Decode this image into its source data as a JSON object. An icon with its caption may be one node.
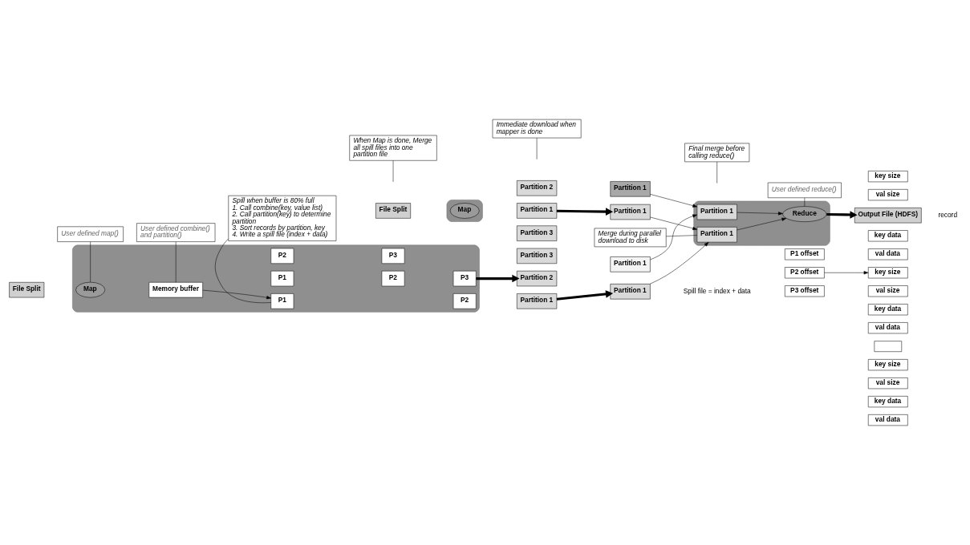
{
  "diagram": {
    "nodes": [
      {
        "text": [],
        "shape": "box"
      },
      {
        "text": [
          "File Split"
        ]
      },
      {
        "text": [
          "Map"
        ],
        "in": 0
      },
      {
        "text": [
          "Memory buffer"
        ],
        "in": 0
      },
      {
        "text": [
          "P1"
        ],
        "in": 0
      },
      {
        "text": [
          "P2"
        ],
        "in": 0
      },
      {
        "text": [
          "P1"
        ],
        "in": 0
      },
      {
        "text": [
          "P2"
        ],
        "in": 0
      },
      {
        "text": [
          "P3"
        ],
        "in": 0
      },
      {
        "text": [
          "P2"
        ],
        "in": 0
      },
      {
        "text": [
          "P3"
        ],
        "in": 0
      },
      {
        "text": [
          "Partition 1"
        ]
      },
      {
        "text": [
          "Partition 2"
        ]
      },
      {
        "text": [
          "Partition 3"
        ]
      },
      {
        "text": [],
        "shape": "box"
      },
      {
        "text": [
          "File Split"
        ]
      },
      {
        "text": [
          "Map"
        ],
        "in": 14
      },
      {
        "text": [
          "Partition 1"
        ]
      },
      {
        "text": [
          "Partition 2"
        ]
      },
      {
        "text": [
          "Partition 3"
        ]
      },
      {
        "text": [],
        "shape": "box"
      },
      {
        "text": [
          "Partition 1"
        ]
      },
      {
        "text": [
          "Partition 1"
        ]
      },
      {
        "text": [
          "Partition 1"
        ]
      },
      {
        "text": [
          "Partition 1"
        ]
      },
      {
        "text": [
          "Partition 1"
        ],
        "in": 20
      },
      {
        "text": [
          "Partition 1"
        ],
        "in": 20
      },
      {
        "text": [
          "Reduce"
        ],
        "in": 20
      },
      {
        "text": [
          "Output File (HDFS)"
        ]
      },
      {
        "text": [
          "User defined combine() and partition()"
        ]
      },
      {
        "text": [
          "Spill when buffer is 80% full",
          "1. Call combine(key, value list)",
          "2. Call partition(key) to determine partition",
          "3. Sort records by partition, key",
          "4. Write a spill file (index + data)"
        ]
      },
      {
        "text": [
          "User defined map()"
        ]
      },
      {
        "text": [
          "When Map is done, Merge all spill files into one partition file"
        ]
      },
      {
        "text": [
          "Immediate download when mapper is done"
        ]
      },
      {
        "text": [
          "Merge during parallel download to disk"
        ]
      },
      {
        "text": [
          "Final merge before calling reduce()"
        ]
      },
      {
        "text": [
          "User defined reduce()"
        ]
      },
      {
        "text": [
          "P1 offset"
        ]
      },
      {
        "text": [
          "P2 offset"
        ]
      },
      {
        "text": [
          "P3 offset"
        ]
      },
      {
        "text": [
          "key size"
        ]
      },
      {
        "text": [
          "val size"
        ]
      },
      {
        "text": [
          "key data"
        ]
      },
      {
        "text": [
          "val data"
        ]
      },
      {
        "text": [
          "key size"
        ]
      },
      {
        "text": [
          "val size"
        ]
      },
      {
        "text": [
          "key data"
        ]
      },
      {
        "text": [
          "val data"
        ]
      },
      {
        "text": [],
        "shape": "box"
      },
      {
        "text": [
          "key size"
        ]
      },
      {
        "text": [
          "val size"
        ]
      },
      {
        "text": [
          "key data"
        ]
      },
      {
        "text": [
          "val data"
        ]
      }
    ],
    "edges": [
      {
        "from": 3,
        "to": 4,
        "arrow": "to"
      },
      {
        "from": 8,
        "to": 12,
        "arrow": "to",
        "style": "thick"
      },
      {
        "from": 11,
        "to": 21,
        "arrow": "to",
        "style": "thick"
      },
      {
        "from": 17,
        "to": 22,
        "arrow": "to",
        "style": "thick"
      },
      {
        "from": 21,
        "to": 25,
        "arrow": "to"
      },
      {
        "from": 22,
        "to": 25,
        "arrow": "to"
      },
      {
        "from": 23,
        "to": 26,
        "arrow": "to"
      },
      {
        "from": 24,
        "to": 26,
        "arrow": "to"
      },
      {
        "from": 25,
        "to": 27,
        "arrow": "to"
      },
      {
        "from": 26,
        "to": 27,
        "arrow": "to"
      },
      {
        "from": 27,
        "to": 28,
        "arrow": "to",
        "style": "thick"
      },
      {
        "from": 38,
        "to": 44,
        "arrow": "to"
      },
      {
        "from": 29,
        "to": 3,
        "arrow": "none"
      },
      {
        "from": 30,
        "to": 4,
        "arrow": "none"
      },
      {
        "from": 31,
        "to": 2,
        "arrow": "none"
      },
      {
        "from": 32,
        "to": null,
        "arrow": "none"
      },
      {
        "from": 33,
        "to": null,
        "arrow": "none"
      },
      {
        "from": 34,
        "to": 25,
        "arrow": "none"
      },
      {
        "from": 35,
        "to": null,
        "arrow": "none"
      },
      {
        "from": 36,
        "to": 27,
        "arrow": "none"
      }
    ],
    "labels": [
      "Spill file = index + data",
      "record"
    ]
  }
}
